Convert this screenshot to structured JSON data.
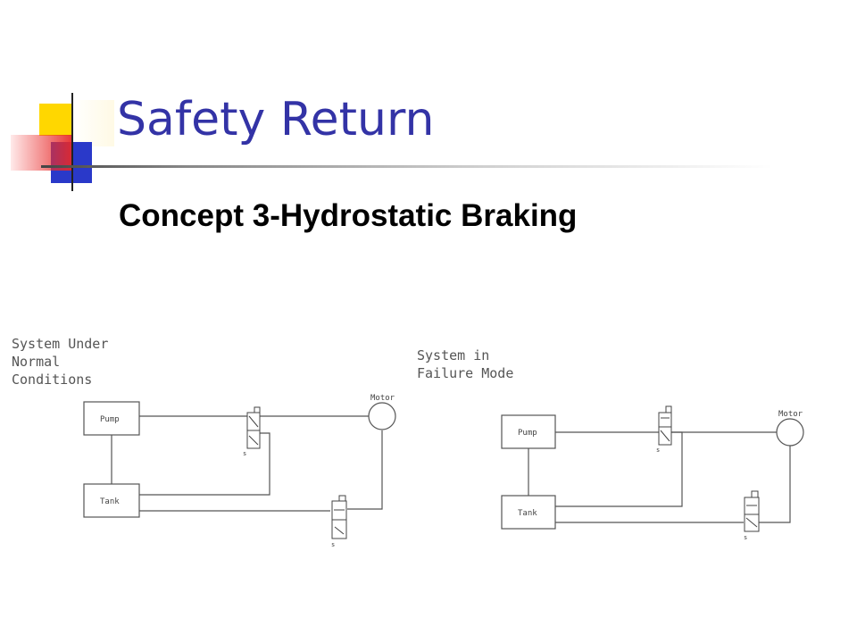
{
  "slide": {
    "title": "Safety Return",
    "subtitle": "Concept 3-Hydrostatic Braking",
    "accent_colors": {
      "title": "#3333a6",
      "square_yellow": "#ffd700",
      "square_blue": "#2a39c9",
      "square_red": "#e62828"
    }
  },
  "diagrams": {
    "normal": {
      "caption_lines": [
        "System Under",
        "Normal",
        "Conditions"
      ],
      "pump": "Pump",
      "tank": "Tank",
      "motor": "Motor"
    },
    "failure": {
      "caption_lines": [
        "System in",
        "Failure Mode"
      ],
      "pump": "Pump",
      "tank": "Tank",
      "motor": "Motor"
    }
  }
}
